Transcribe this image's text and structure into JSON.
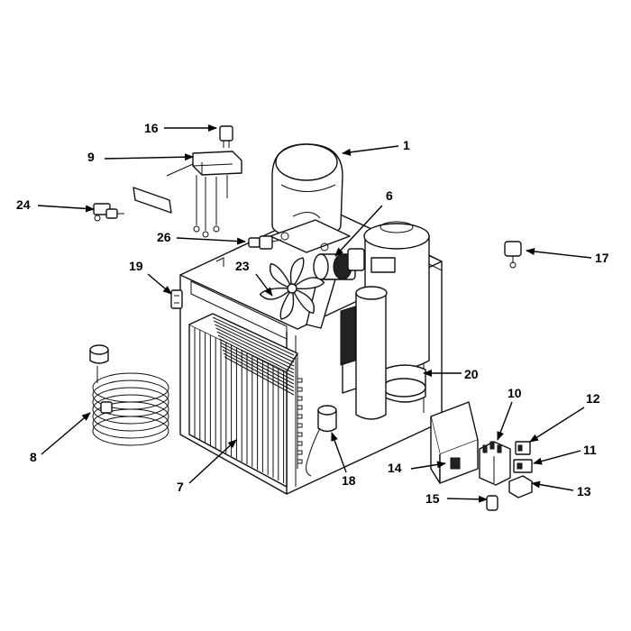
{
  "figure": {
    "callouts": [
      {
        "id": "1",
        "label": "1"
      },
      {
        "id": "6",
        "label": "6"
      },
      {
        "id": "7",
        "label": "7"
      },
      {
        "id": "8",
        "label": "8"
      },
      {
        "id": "9",
        "label": "9"
      },
      {
        "id": "10",
        "label": "10"
      },
      {
        "id": "11",
        "label": "11"
      },
      {
        "id": "12",
        "label": "12"
      },
      {
        "id": "13",
        "label": "13"
      },
      {
        "id": "14",
        "label": "14"
      },
      {
        "id": "15",
        "label": "15"
      },
      {
        "id": "16",
        "label": "16"
      },
      {
        "id": "17",
        "label": "17"
      },
      {
        "id": "18",
        "label": "18"
      },
      {
        "id": "19",
        "label": "19"
      },
      {
        "id": "20",
        "label": "20"
      },
      {
        "id": "23",
        "label": "23"
      },
      {
        "id": "24",
        "label": "24"
      },
      {
        "id": "26",
        "label": "26"
      }
    ],
    "colors": {
      "line": "#111111",
      "background": "#ffffff",
      "dark_fill": "#222222"
    }
  }
}
